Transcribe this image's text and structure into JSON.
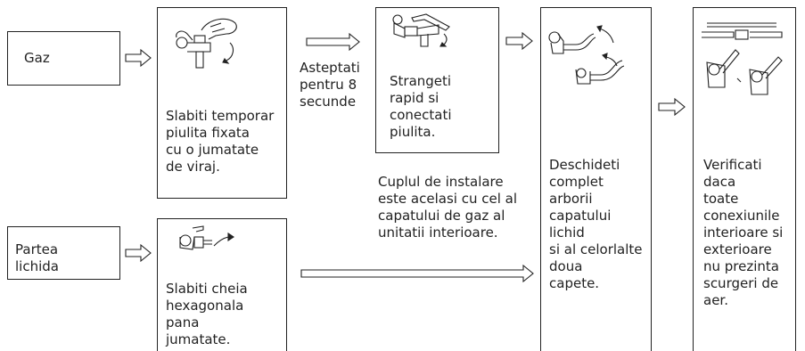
{
  "gas": {
    "label": "Gaz",
    "step1": "Slabiti temporar\npiulita fixata\ncu o jumatate\nde viraj.",
    "wait": "Asteptati\npentru 8\nsecunde",
    "step2": "Strangeti\nrapid si\nconectati\npiulita.",
    "torque_note": "Cuplul de instalare\neste acelasi cu cel al\ncapatului de gaz al\nunitatii interioare."
  },
  "liquid": {
    "label": "Partea\nlichida",
    "step1": "Slabiti cheia\nhexagonala\npana\njumatate."
  },
  "common": {
    "open_valves": "Deschideti\ncomplet\narborii\ncapatului\nlichid\nsi al celorlalte\ndoua\ncapete.",
    "verify": "Verificati\ndaca\ntoate\nconexiunile\ninterioare si\nexterioare\nnu prezinta\nscurgeri de\naer."
  },
  "icons": {
    "hand_valve": "hand-loosening-valve-icon",
    "wrench_nut": "wrench-tightening-icon",
    "service_valves": "service-valves-open-icon",
    "leak_check": "leak-check-icon",
    "hex_key": "hex-key-valve-icon"
  }
}
